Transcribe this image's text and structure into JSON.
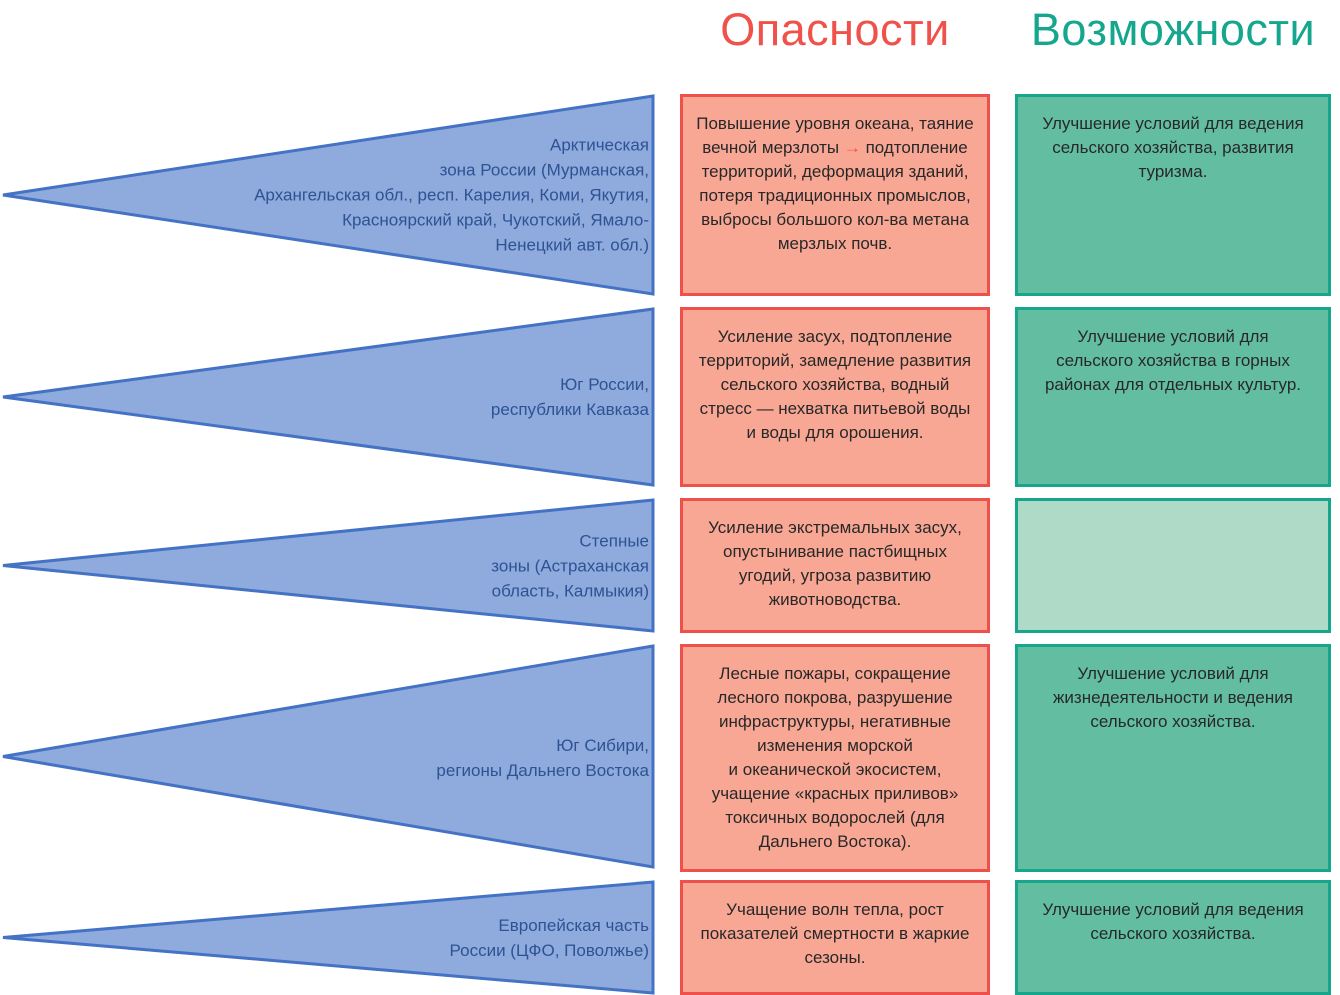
{
  "header": {
    "dangers": "Опасности",
    "opportunities": "Возможности"
  },
  "colors": {
    "danger_header": "#F0514B",
    "opportunity_header": "#14A78D",
    "region_fill": "#8FAADC",
    "region_border": "#4472C4",
    "region_text": "#2D5394",
    "danger_fill": "#F8A795",
    "danger_border": "#F0504B",
    "opportunity_fill": "#63BEA1",
    "opportunity_border": "#16A68C",
    "opportunity_empty_fill": "#AFDAC8",
    "arrow": "#F0504B"
  },
  "rows": [
    {
      "region": "Арктическая\nзона России (Мурманская,\nАрхангельская обл., респ. Карелия, Коми, Якутия,\nКрасноярский край, Чукотский, Ямало-\nНенецкий авт. обл.)",
      "danger_parts": {
        "before": "Повышение уровня океана, таяние\nвечной мерзлоты",
        "arrow": " → ",
        "after": "подтопление\nтерриторий, деформация зданий,\nпотеря традиционных промыслов,\nвыбросы большого кол-ва метана\nмерзлых почв."
      },
      "opportunity": "Улучшение условий для ведения\nсельского хозяйства, развития\nтуризма."
    },
    {
      "region": "Юг России,\nреспублики Кавказа",
      "danger": "Усиление засух, подтопление\nтерриторий, замедление развития\nсельского хозяйства, водный\nстресс — нехватка питьевой воды\nи воды для орошения.",
      "opportunity": "Улучшение условий для\nсельского хозяйства в горных\nрайонах для отдельных культур."
    },
    {
      "region": "Степные\nзоны (Астраханская\nобласть, Калмыкия)",
      "danger": "Усиление экстремальных засух,\nопустынивание пастбищных\nугодий, угроза развитию\nживотноводства.",
      "opportunity": ""
    },
    {
      "region": "Юг Сибири,\nрегионы Дальнего Востока",
      "danger": "Лесные пожары, сокращение\nлесного покрова, разрушение\nинфраструктуры, негативные\nизменения морской\nи океанической экосистем,\nучащение «красных приливов»\nтоксичных водорослей (для\nДальнего Востока).",
      "opportunity": "Улучшение условий для\nжизнедеятельности и ведения\nсельского хозяйства."
    },
    {
      "region": "Европейская часть\nРоссии (ЦФО, Поволжье)",
      "danger": "Учащение волн тепла, рост\nпоказателей смертности в жаркие\nсезоны.",
      "opportunity": "Улучшение условий для ведения\nсельского хозяйства."
    }
  ]
}
